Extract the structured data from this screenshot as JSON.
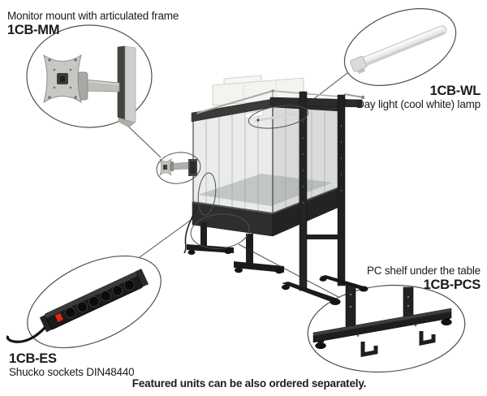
{
  "page": {
    "background": "#ffffff",
    "footer_note": "Featured units can be also ordered separately."
  },
  "main_product": {
    "name": "clean-bench",
    "illustration": "clean-bench-with-accessory-markers"
  },
  "callouts": [
    {
      "code": "1CB-MM",
      "description": "Monitor mount with articulated frame",
      "item_icon": "monitor-mount-illustration",
      "label_position": "top-left"
    },
    {
      "code": "1CB-WL",
      "description": "Day light (cool white) lamp",
      "item_icon": "fluorescent-lamp-illustration",
      "label_position": "top-right"
    },
    {
      "code": "1CB-ES",
      "description": "Shucko sockets DIN48440",
      "item_icon": "power-strip-illustration",
      "label_position": "bottom-left"
    },
    {
      "code": "1CB-PCS",
      "description": "PC shelf under the table",
      "item_icon": "pc-shelf-illustration",
      "label_position": "right"
    }
  ],
  "colors": {
    "callout_line": "#4f4f4f",
    "text": "#1c1c1c",
    "frame_dark": "#262626",
    "glass": "#cdd1cf",
    "filter_box_white": "#f3f3ef",
    "switch_red": "#d8281a"
  }
}
